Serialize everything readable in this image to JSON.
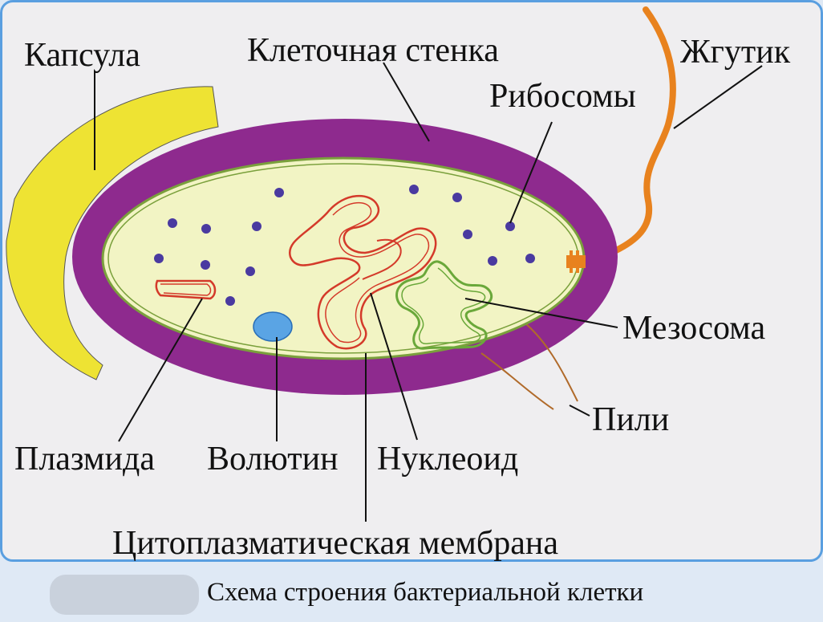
{
  "caption": "Схема строения бактериальной клетки",
  "labels": {
    "capsule": "Капсула",
    "cell_wall": "Клеточная стенка",
    "flagellum": "Жгутик",
    "ribosomes": "Рибосомы",
    "mesosome": "Мезосома",
    "pili": "Пили",
    "plasmid": "Плазмида",
    "volutin": "Волютин",
    "nucleoid": "Нуклеоид",
    "cytoplasmic_membrane": "Цитоплазматическая мембрана"
  },
  "colors": {
    "capsule": "#eee333",
    "cell_wall": "#8e2a8e",
    "cytoplasm": "#f2f4c4",
    "membrane": "#7aa03c",
    "flagellum": "#e8821e",
    "ribosome": "#4a3aa0",
    "nucleoid": "#d43a2a",
    "mesosome": "#6aa83a",
    "volutin": "#5aa4e4",
    "pili": "#b06a2a",
    "frame": "#5a9fe0"
  }
}
